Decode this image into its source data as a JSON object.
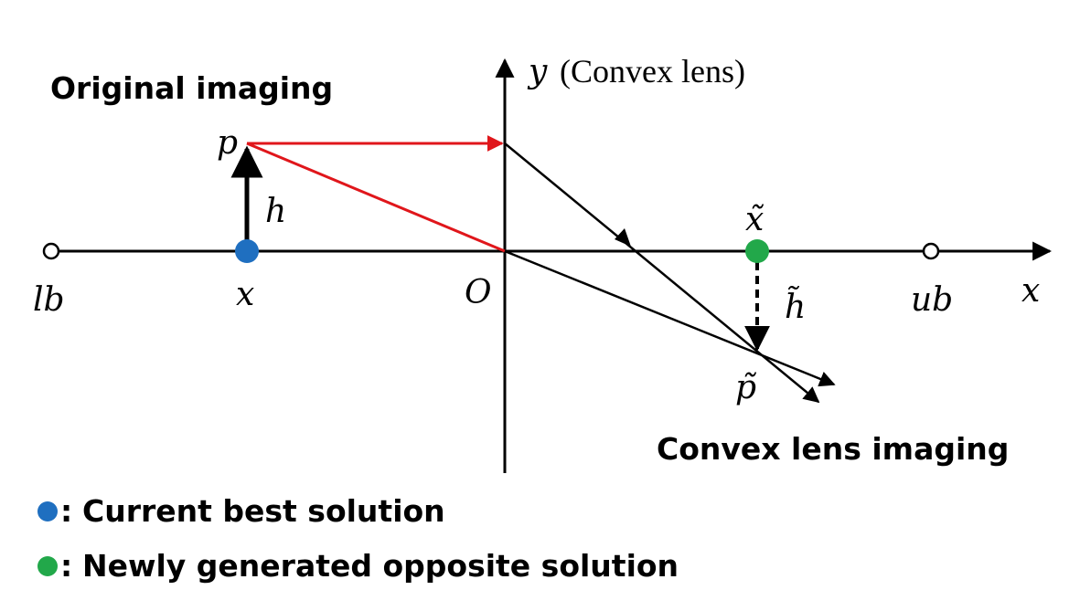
{
  "diagram": {
    "y_axis_label": "y",
    "y_axis_caption": "(Convex lens)",
    "x_axis_label": "x",
    "origin_label": "O",
    "lower_bound_label": "lb",
    "upper_bound_label": "ub",
    "original_imaging_label": "Original imaging",
    "convex_lens_imaging_label": "Convex lens imaging",
    "point_p_label": "p",
    "height_h_label": "h",
    "point_x_label": "x",
    "point_x_tilde_label": "x̃",
    "height_h_tilde_label": "h̃",
    "point_p_tilde_label": "p̃"
  },
  "legend": {
    "items": [
      {
        "color": "#1f6fc0",
        "marker": ":",
        "text": "Current best solution"
      },
      {
        "color": "#22a84a",
        "marker": ":",
        "text": "Newly generated opposite solution"
      }
    ]
  },
  "colors": {
    "ray_red": "#e0161b",
    "line_black": "#000000",
    "current_best": "#1f6fc0",
    "opposite": "#22a84a"
  }
}
